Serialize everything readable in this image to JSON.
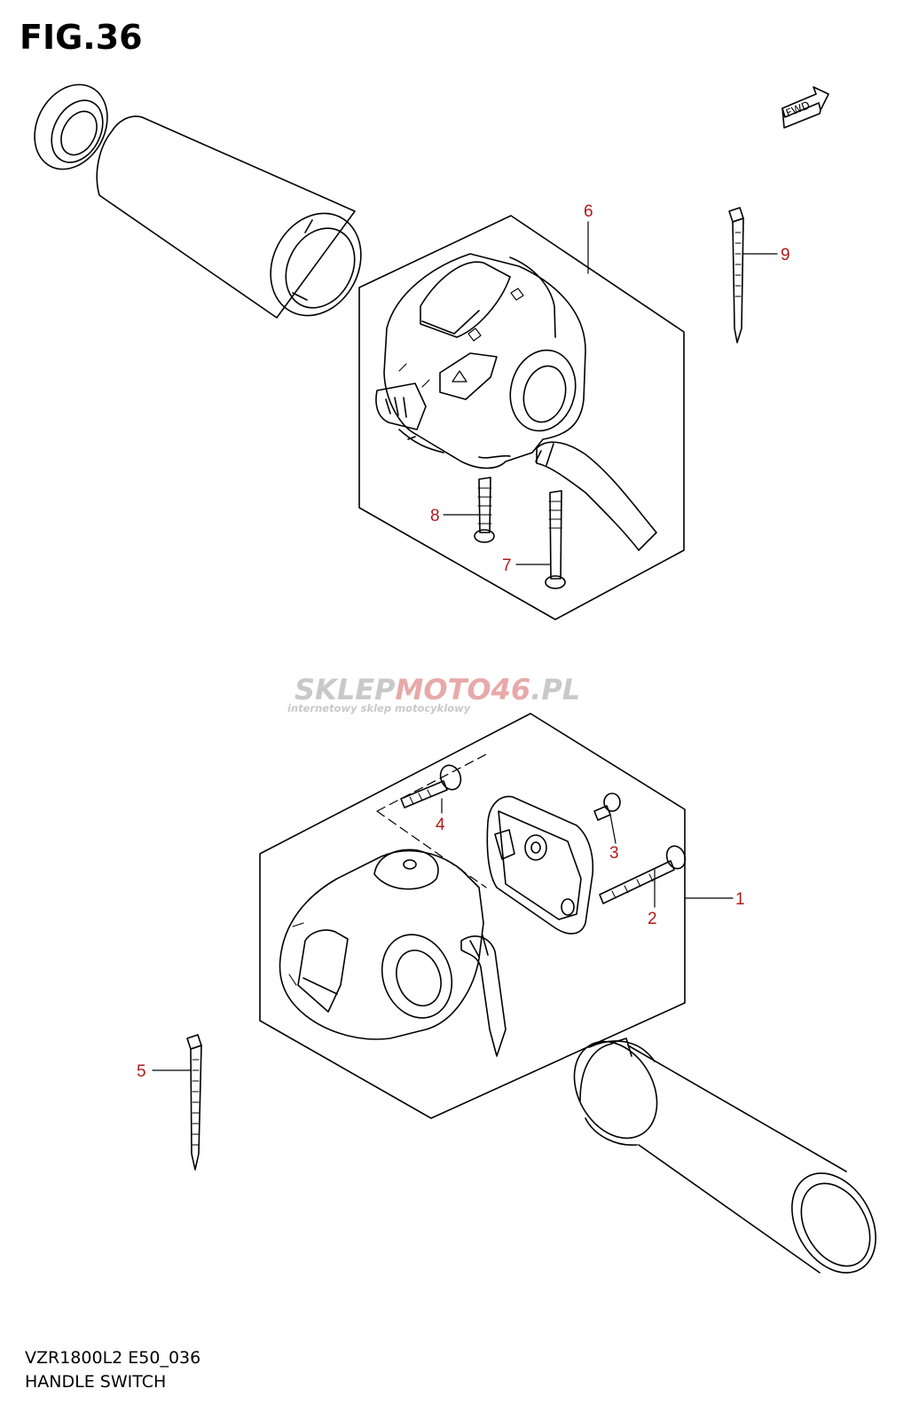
{
  "figure": {
    "title": "FIG.36",
    "footer_code": "VZR1800L2 E50_036",
    "footer_name": "HANDLE SWITCH",
    "fwd_label": "FWD"
  },
  "watermark": {
    "part1": "SKLEP",
    "part2": "MOTO",
    "part3": "46",
    "part4": ".PL",
    "tagline": "internetowy sklep motocyklowy"
  },
  "callouts": [
    "1",
    "2",
    "3",
    "4",
    "5",
    "6",
    "7",
    "8",
    "9"
  ],
  "colors": {
    "callout": "#b01a1a",
    "line": "#000000",
    "watermark_grey": "#c9c9c9",
    "watermark_red": "#e8a9a9"
  }
}
